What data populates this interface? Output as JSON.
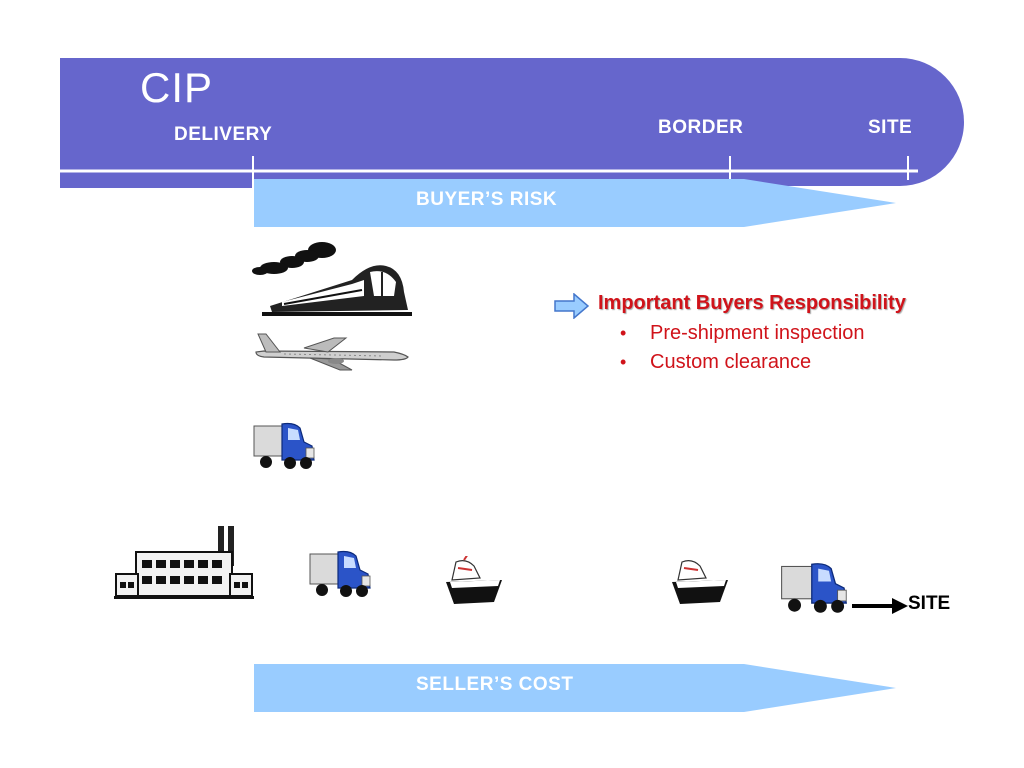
{
  "title": "CIP",
  "timeline": {
    "delivery_label": "DELIVERY",
    "border_label": "BORDER",
    "site_label": "SITE"
  },
  "bands": {
    "buyers_risk": "BUYER’S RISK",
    "sellers_cost": "SELLER’S COST"
  },
  "responsibility": {
    "title": "Important Buyers Responsibility",
    "items": [
      "Pre-shipment inspection",
      "Custom clearance"
    ]
  },
  "route_end_label": "SITE",
  "icons": {
    "transport_options": [
      "train-icon",
      "airplane-icon",
      "truck-icon"
    ],
    "route": [
      "factory-icon",
      "truck-icon",
      "ship-icon",
      "ship-icon",
      "truck-icon",
      "arrow-right-icon"
    ]
  },
  "colors": {
    "banner": "#6666cc",
    "band": "#99ccff",
    "responsibility_text": "#d0131a",
    "truck_cab": "#2b54c8"
  }
}
